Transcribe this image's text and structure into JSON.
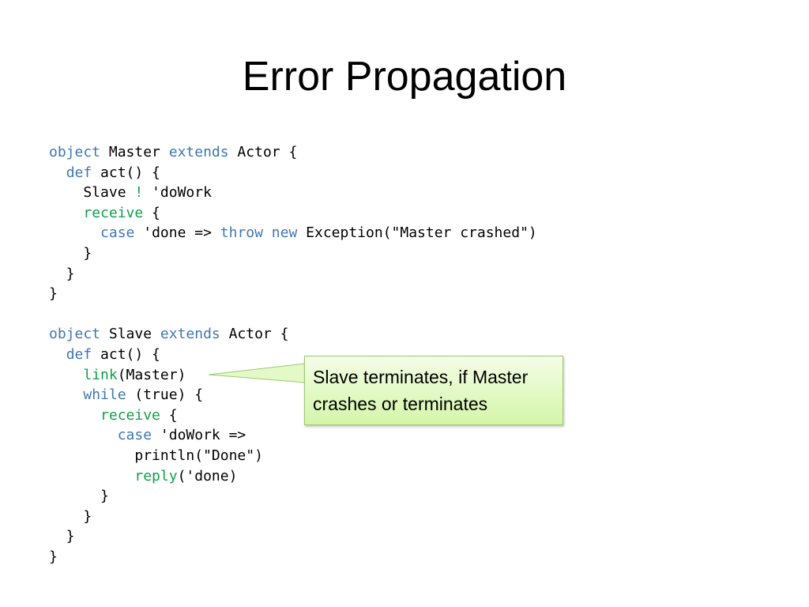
{
  "slide": {
    "title": "Error Propagation"
  },
  "code": {
    "lines": [
      [
        {
          "t": "object",
          "c": "kw"
        },
        {
          "t": " Master ",
          "c": "plain"
        },
        {
          "t": "extends",
          "c": "kw"
        },
        {
          "t": " Actor {",
          "c": "plain"
        }
      ],
      [
        {
          "t": "  ",
          "c": "plain"
        },
        {
          "t": "def",
          "c": "kw"
        },
        {
          "t": " act() {",
          "c": "plain"
        }
      ],
      [
        {
          "t": "    Slave ",
          "c": "plain"
        },
        {
          "t": "!",
          "c": "green"
        },
        {
          "t": " 'doWork",
          "c": "plain"
        }
      ],
      [
        {
          "t": "    ",
          "c": "plain"
        },
        {
          "t": "receive",
          "c": "green"
        },
        {
          "t": " {",
          "c": "plain"
        }
      ],
      [
        {
          "t": "      ",
          "c": "plain"
        },
        {
          "t": "case",
          "c": "kw"
        },
        {
          "t": " 'done => ",
          "c": "plain"
        },
        {
          "t": "throw",
          "c": "kw"
        },
        {
          "t": " ",
          "c": "plain"
        },
        {
          "t": "new",
          "c": "kw"
        },
        {
          "t": " Exception(\"Master crashed\")",
          "c": "plain"
        }
      ],
      [
        {
          "t": "    }",
          "c": "plain"
        }
      ],
      [
        {
          "t": "  }",
          "c": "plain"
        }
      ],
      [
        {
          "t": "}",
          "c": "plain"
        }
      ],
      [
        {
          "t": "",
          "c": "plain"
        }
      ],
      [
        {
          "t": "object",
          "c": "kw"
        },
        {
          "t": " Slave ",
          "c": "plain"
        },
        {
          "t": "extends",
          "c": "kw"
        },
        {
          "t": " Actor {",
          "c": "plain"
        }
      ],
      [
        {
          "t": "  ",
          "c": "plain"
        },
        {
          "t": "def",
          "c": "kw"
        },
        {
          "t": " act() {",
          "c": "plain"
        }
      ],
      [
        {
          "t": "    ",
          "c": "plain"
        },
        {
          "t": "link",
          "c": "green"
        },
        {
          "t": "(Master)",
          "c": "plain"
        }
      ],
      [
        {
          "t": "    ",
          "c": "plain"
        },
        {
          "t": "while",
          "c": "kw"
        },
        {
          "t": " (true) {",
          "c": "plain"
        }
      ],
      [
        {
          "t": "      ",
          "c": "plain"
        },
        {
          "t": "receive",
          "c": "green"
        },
        {
          "t": " {",
          "c": "plain"
        }
      ],
      [
        {
          "t": "        ",
          "c": "plain"
        },
        {
          "t": "case",
          "c": "kw"
        },
        {
          "t": " 'doWork =>",
          "c": "plain"
        }
      ],
      [
        {
          "t": "          println(\"Done\")",
          "c": "plain"
        }
      ],
      [
        {
          "t": "          ",
          "c": "plain"
        },
        {
          "t": "reply",
          "c": "green"
        },
        {
          "t": "('done)",
          "c": "plain"
        }
      ],
      [
        {
          "t": "      }",
          "c": "plain"
        }
      ],
      [
        {
          "t": "    }",
          "c": "plain"
        }
      ],
      [
        {
          "t": "  }",
          "c": "plain"
        }
      ],
      [
        {
          "t": "}",
          "c": "plain"
        }
      ]
    ]
  },
  "callout": {
    "line1": "Slave terminates, if Master",
    "line2": "crashes or terminates"
  },
  "colors": {
    "keyword": "#3f78b4",
    "builtin": "#13a04a",
    "callout_fill": "#e2f9c4",
    "callout_border": "#9cc973"
  }
}
